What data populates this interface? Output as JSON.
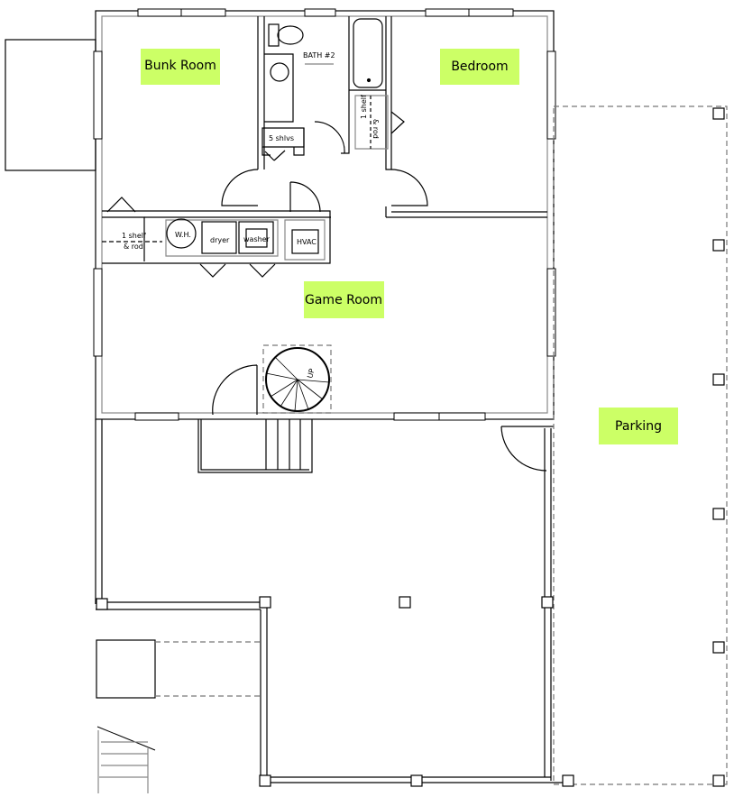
{
  "rooms": {
    "bunk_room": "Bunk Room",
    "bedroom": "Bedroom",
    "game_room": "Game Room",
    "parking": "Parking"
  },
  "annotations": {
    "bath": "BATH #2",
    "shelves": "5 shlvs",
    "closet_left_line1": "1 shelf",
    "closet_left_line2": "& rod",
    "closet_bath_line1": "1 shelf",
    "closet_bath_line2": "& rod",
    "water_heater": "W.H.",
    "dryer": "dryer",
    "washer": "washer",
    "hvac": "HVAC",
    "stair_up": "UP"
  },
  "colors": {
    "label_highlight": "#ccff66",
    "wall": "#000000"
  }
}
